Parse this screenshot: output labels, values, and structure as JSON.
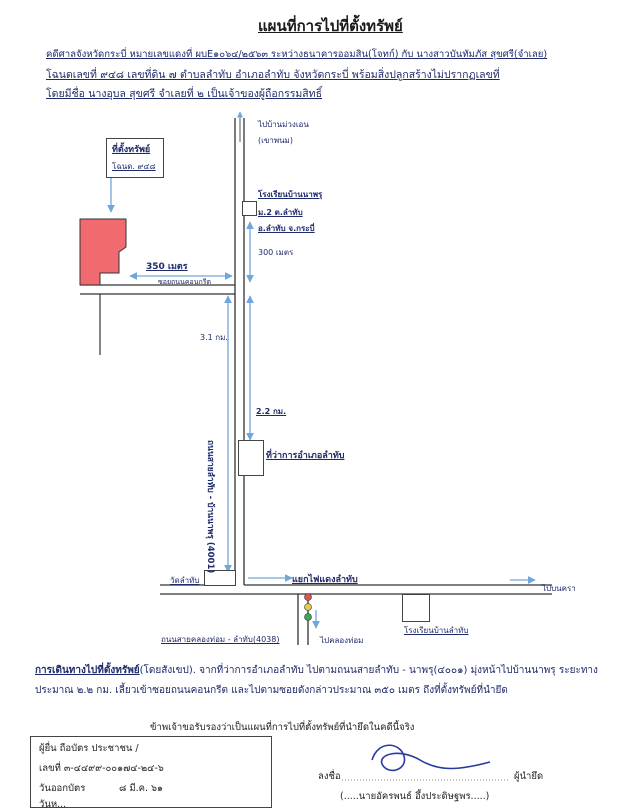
{
  "title": "แผนที่การไปที่ตั้งทรัพย์",
  "header": {
    "line1": "คดีศาลจังหวัดกระบี่ หมายเลขแดงที่ ผบE๑๐๖๔/๒๕๖๓ ระหว่างธนาคารออมสิน(โจทก์) กับ นางสาวบันทัมภัส สุขศรี(จำเลย)",
    "line2": "โฉนดเลขที่ ๙๔๘ เลขที่ดิน ๗ ตำบลลำทับ อำเภอลำทับ จังหวัดกระบี่ พร้อมสิ่งปลูกสร้างไม่ปรากฏเลขที่",
    "line3": "โดยมีชื่อ นางอุบล สุขศรี  จำเลยที่ ๒ เป็นเจ้าของผู้ถือกรรมสิทธิ์"
  },
  "map": {
    "property_label": "ที่ตั้งทรัพย์",
    "deed_label": "โฉนด. ๙๔๘",
    "to_ban_muang_label": "ไปบ้านม่วงเอน",
    "to_ban_muang_sub": "(เขาพนม)",
    "school1_name": "โรงเรียนบ้านนาพรุ",
    "school1_addr1": "ม.2 ต.ลำทับ",
    "school1_addr2": "อ.ลำทับ จ.กระบี่",
    "dist_300": "300 เมตร",
    "dist_350": "350 เมตร",
    "soi_label": "ซอยถนนคอนกรีต",
    "dist_3_1": "3.1 กม.",
    "road_vertical_label": "ถนนสายลำทับ - บ้านนาพรุ (4001)",
    "dist_2_2": "2.2 กม.",
    "district_office": "ที่ว่าการอำเภอลำทับ",
    "wat_label": "วัดลำทับ",
    "junction_label": "แยกไฟแดงลำทับ",
    "to_krabi": "ไปบนครา",
    "school2_name": "โรงเรียนบ้านลำทับ",
    "road_bottom_label": "ถนนสายคลองท่อม - ลำทับ(4038)",
    "to_khlong_thom": "ไปคลองท่อม"
  },
  "route": {
    "heading": "การเดินทางไปที่ตั้งทรัพย์",
    "heading_suffix": "(โดยสังเขป)",
    "text1": ". จากที่ว่าการอำเภอลำทับ ไปตามถนนสายลำทับ - นาพรุ(๔๐๐๑) มุ่งหน้าไปบ้านนาพรุ ระยะทาง",
    "text2": "ประมาณ ๒.๒ กม. เลี้ยวเข้าซอยถนนคอนกรีต และไปตามซอยดังกล่าวประมาณ ๓๕๐ เมตร ถึงที่ตั้งทรัพย์ที่นำยึด"
  },
  "certification": "ข้าพเจ้าขอรับรองว่าเป็นแผนที่การไปที่ตั้งทรัพย์ที่นำยึดในคดีนี้จริง",
  "id_box": {
    "line1": "ผู้ยื่น ถือบัตร ประชาชน /",
    "line2": "เลขที่ ๓-๔๔๙๙-๐๐๑๗๔-๒๔-๖",
    "line3_label": "วันออกบัตร",
    "line3_value": "๘ มี.ค. ๖๑",
    "line4": "วันห..."
  },
  "signature": {
    "sign_prefix": "ลงชื่อ",
    "role": "ผู้นำยึด",
    "name": "(.....นายอัครพนธ์ อึ้งประดิษฐพร.....)"
  },
  "colors": {
    "property_fill": "#f06a70",
    "arrow": "#6fa6dc",
    "ink": "#1f2a6b",
    "traffic_red": "#e05252",
    "traffic_yellow": "#e8c94a",
    "traffic_green": "#3fa65a"
  }
}
